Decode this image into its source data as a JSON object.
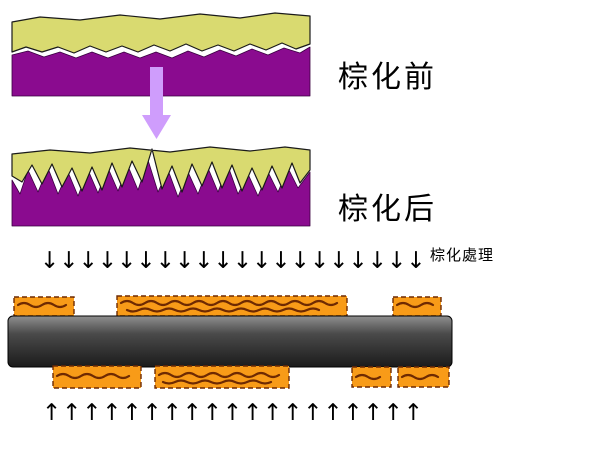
{
  "labels": {
    "before": "棕化前",
    "after": "棕化后",
    "treatment": "棕化處理"
  },
  "colors": {
    "layer_yellow": "#d9da70",
    "layer_purple": "#8a0b8f",
    "big_arrow": "#cf9dfc",
    "copper_orange": "#f89b18",
    "oxide_brown": "#6e2a02",
    "core_gray_light": "#8f8f8f",
    "core_gray_dark": "#1b1b1b"
  },
  "arrows": {
    "down_glyph": "↓",
    "up_glyph": "↑",
    "down_count": 20,
    "up_count": 19
  }
}
